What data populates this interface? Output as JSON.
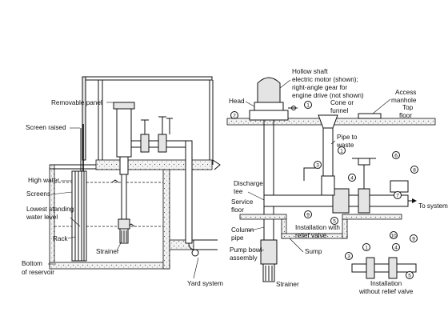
{
  "left_diagram": {
    "labels": {
      "removable_panel": "Removable panel",
      "screen_raised": "Screen raised",
      "high_water": "High water",
      "screens": "Screens",
      "lowest_standing_1": "Lowest standing",
      "lowest_standing_2": "water level",
      "rack": "Rack",
      "bottom_1": "Bottom",
      "bottom_2": "of reservoir",
      "strainer": "Strainer",
      "yard_system": "Yard system"
    }
  },
  "right_diagram": {
    "labels": {
      "motor_1": "Hollow shaft",
      "motor_2": "electric motor (shown);",
      "motor_3": "right-angle gear for",
      "motor_4": "engine drive (not shown)",
      "head": "Head",
      "access_1": "Access",
      "access_2": "manhole",
      "cone_1": "Cone or",
      "cone_2": "funnel",
      "top_1": "Top",
      "top_2": "floor",
      "pipe_waste_1": "Pipe to",
      "pipe_waste_2": "waste",
      "discharge_1": "Discharge",
      "discharge_2": "tee",
      "service_1": "Service",
      "service_2": "floor",
      "to_system": "To system",
      "column_1": "Column",
      "column_2": "pipe",
      "relief_1": "Installation with",
      "relief_2": "relief valve",
      "pumpbowl_1": "Pump bowl",
      "pumpbowl_2": "assembly",
      "sump": "Sump",
      "strainer": "Strainer",
      "norelief_1": "Installation",
      "norelief_2": "without relief valve"
    },
    "callouts": [
      "1",
      "2",
      "3",
      "4",
      "5",
      "6",
      "7",
      "8",
      "9",
      "10"
    ]
  }
}
